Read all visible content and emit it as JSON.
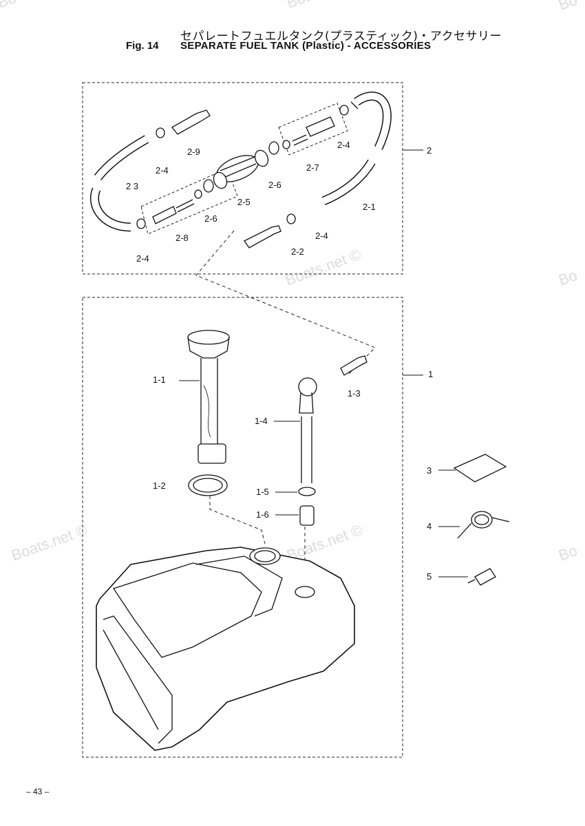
{
  "header": {
    "title_jp": "セパレートフュエルタンク(プラスティック)・アクセサリー",
    "fig_label": "Fig. 14",
    "title_en": "SEPARATE FUEL TANK (Plastic) - ACCESSORIES"
  },
  "callouts": {
    "c1": "1",
    "c1_1": "1-1",
    "c1_2": "1-2",
    "c1_3": "1-3",
    "c1_4": "1-4",
    "c1_5": "1-5",
    "c1_6": "1-6",
    "c2": "2",
    "c2_1": "2-1",
    "c2_2": "2-2",
    "c2_3": "2 3",
    "c2_4a": "2-4",
    "c2_4b": "2-4",
    "c2_4c": "2-4",
    "c2_4d": "2-4",
    "c2_5": "2-5",
    "c2_6a": "2-6",
    "c2_6b": "2-6",
    "c2_7": "2-7",
    "c2_8": "2-8",
    "c2_9": "2-9",
    "c3": "3",
    "c4": "4",
    "c5": "5"
  },
  "watermarks": [
    "Boats.net ©",
    "Boats.net ©",
    "Boats.net ©",
    "Boats.net ©",
    "Boat",
    "Bo",
    "Bo",
    "Bo"
  ],
  "footer": {
    "page": "– 43 –"
  }
}
